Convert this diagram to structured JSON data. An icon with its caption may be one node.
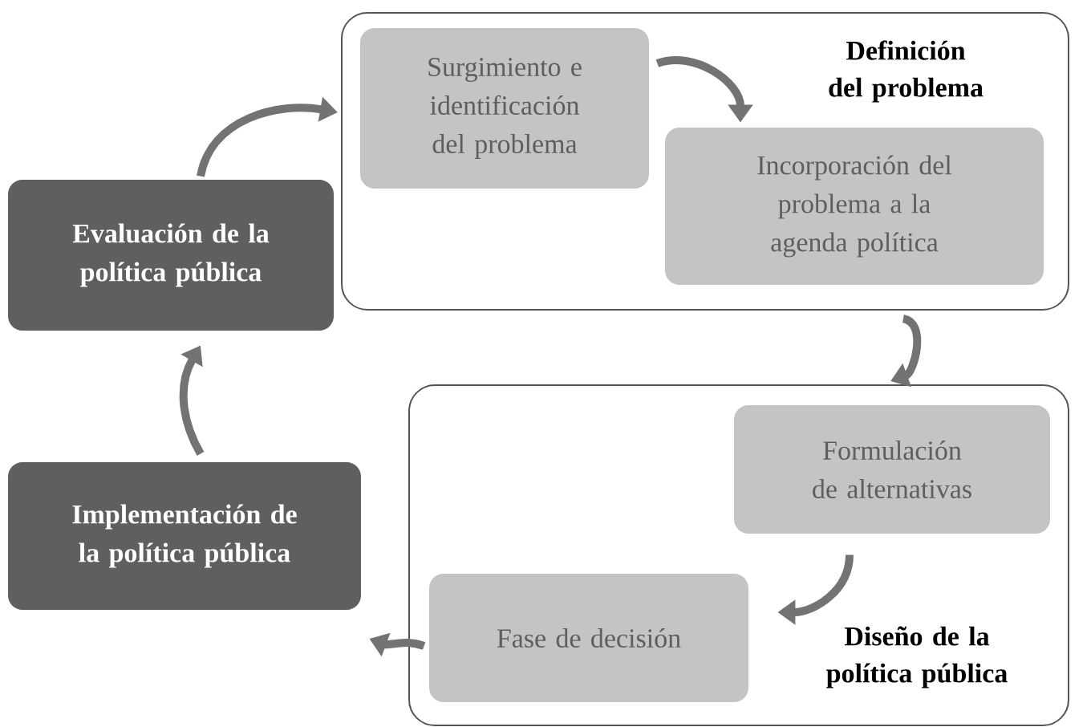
{
  "diagram": {
    "nodes": [
      {
        "text": [
          "Definición del problema"
        ]
      },
      {
        "text": [
          "Surgimiento e identificación del problema"
        ],
        "in": 0
      },
      {
        "text": [
          "Incorporación del problema a la agenda política"
        ],
        "in": 0
      },
      {
        "text": [
          "Diseño de la política pública"
        ]
      },
      {
        "text": [
          "Formulación de alternativas"
        ],
        "in": 3
      },
      {
        "text": [
          "Fase de decisión"
        ],
        "in": 3
      },
      {
        "text": [
          "Implementación de la política pública"
        ]
      },
      {
        "text": [
          "Evaluación de la política pública"
        ]
      }
    ],
    "edges": [
      {
        "from": 1,
        "to": 2,
        "arrow": "to"
      },
      {
        "from": 0,
        "to": 3,
        "arrow": "to"
      },
      {
        "from": 4,
        "to": 5,
        "arrow": "to"
      },
      {
        "from": 5,
        "to": 6,
        "arrow": "to"
      },
      {
        "from": 6,
        "to": 7,
        "arrow": "to"
      },
      {
        "from": 7,
        "to": 0,
        "arrow": "to"
      }
    ]
  }
}
